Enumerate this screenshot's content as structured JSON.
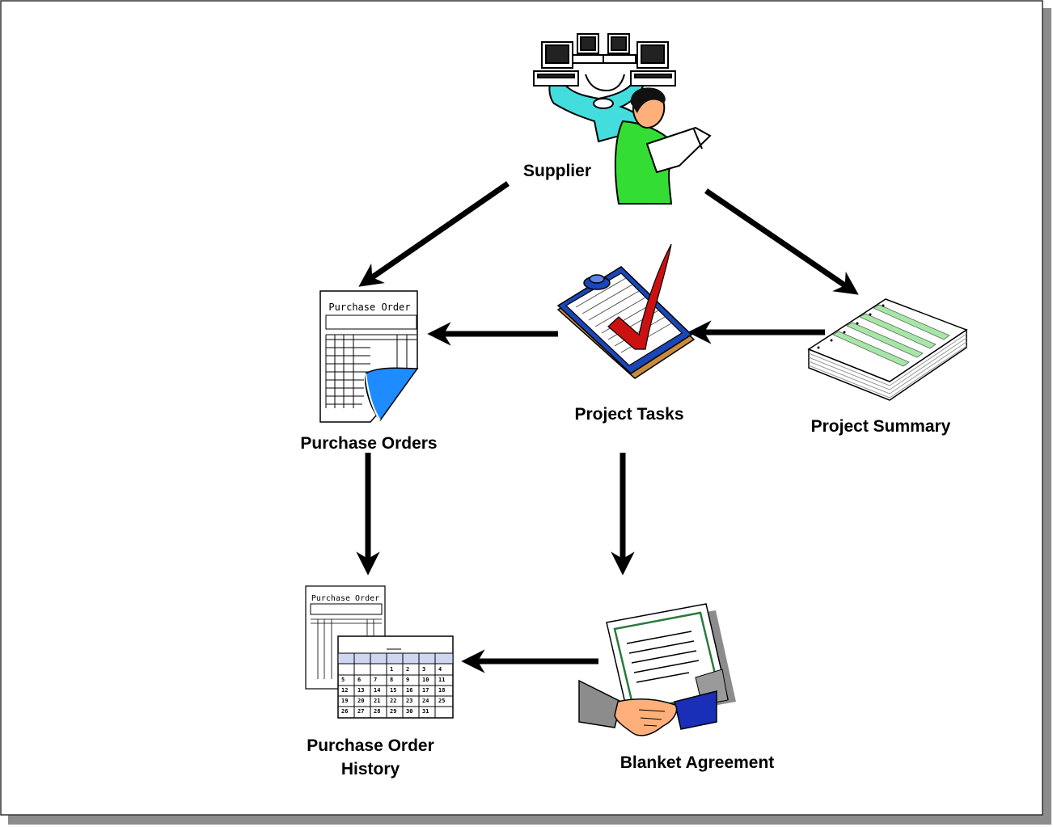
{
  "nodes": {
    "supplier": {
      "label": "Supplier",
      "icon": "supplier-network-icon"
    },
    "purchase_orders": {
      "label": "Purchase Orders",
      "icon": "purchase-order-form-icon",
      "form_title": "Purchase Order"
    },
    "project_tasks": {
      "label": "Project Tasks",
      "icon": "clipboard-checkmark-icon"
    },
    "project_summary": {
      "label": "Project Summary",
      "icon": "stacked-reports-icon"
    },
    "po_history": {
      "label_line1": "Purchase Order",
      "label_line2": "History",
      "icon": "form-calendar-icon",
      "form_title": "Purchase Order",
      "calendar_rows": [
        [
          "1",
          "2",
          "3",
          "4"
        ],
        [
          "5",
          "6",
          "7",
          "8",
          "9",
          "10",
          "11"
        ],
        [
          "12",
          "13",
          "14",
          "15",
          "16",
          "17",
          "18"
        ],
        [
          "19",
          "20",
          "21",
          "22",
          "23",
          "24",
          "25"
        ],
        [
          "26",
          "27",
          "28",
          "29",
          "30",
          "31"
        ]
      ]
    },
    "blanket_agreement": {
      "label": "Blanket Agreement",
      "icon": "handshake-contract-icon"
    }
  },
  "edges": [
    {
      "from": "supplier",
      "to": "purchase_orders"
    },
    {
      "from": "supplier",
      "to": "project_summary"
    },
    {
      "from": "project_summary",
      "to": "project_tasks"
    },
    {
      "from": "project_tasks",
      "to": "purchase_orders"
    },
    {
      "from": "purchase_orders",
      "to": "po_history"
    },
    {
      "from": "project_tasks",
      "to": "blanket_agreement"
    },
    {
      "from": "blanket_agreement",
      "to": "po_history"
    }
  ],
  "colors": {
    "frame_shadow": "#8c8c8c",
    "supplier_figure": "#33dd33",
    "network": "#44dddd",
    "checkmark": "#cc1111",
    "clipboard": "#1b46b8",
    "report_stripe": "#a5e8a5",
    "page_corner": "#1e8cff",
    "calendar_header": "#cfd6f2",
    "contract_border": "#2a7a3a",
    "left_sleeve": "#8c8c8c",
    "right_sleeve": "#1a2fb8",
    "skin": "#ffb07a"
  }
}
